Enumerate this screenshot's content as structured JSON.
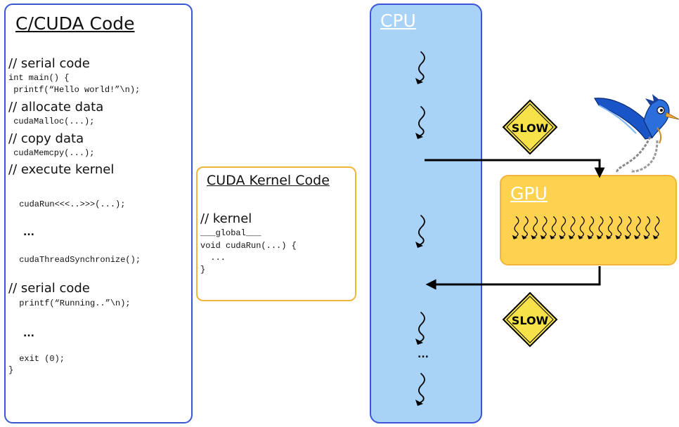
{
  "code_panel": {
    "title": "C/CUDA Code",
    "lines": [
      "// serial code",
      "int main() {",
      " printf(“Hello world!”\\n);",
      "// allocate data",
      " cudaMalloc(...);",
      "// copy data",
      " cudaMemcpy(...);",
      "// execute kernel",
      " cudaRun<<<..>>>(...);",
      "...",
      " cudaThreadSynchronize();",
      "// serial code",
      " printf(“Running..”\\n);",
      "...",
      " exit (0);",
      "}"
    ]
  },
  "kernel_panel": {
    "title": "CUDA Kernel Code",
    "lines": [
      "// kernel",
      "___global___",
      "void cudaRun(...) {",
      "  ...",
      "}"
    ]
  },
  "cpu_panel": {
    "title": "CPU",
    "dots": "..."
  },
  "gpu_panel": {
    "title": "GPU",
    "thread_count": 16
  },
  "signs": {
    "top": "SLOW",
    "bottom": "SLOW"
  },
  "colors": {
    "cpu_fill": "#a8d3f7",
    "gpu_fill": "#fcd24e",
    "panel_border_blue": "#3a55d6",
    "panel_border_orange": "#f2b43b",
    "sign_fill": "#f7e24a"
  },
  "icons": {
    "mascot": "roadrunner-icon",
    "thread": "squiggle-arrow-icon"
  }
}
